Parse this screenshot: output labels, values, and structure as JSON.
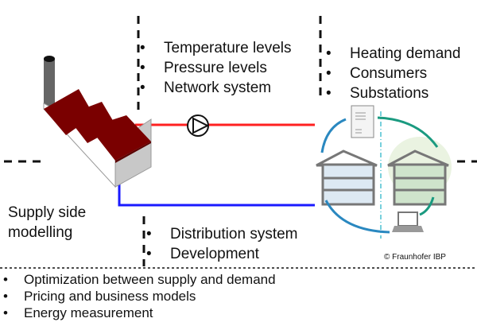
{
  "network": {
    "items": [
      "Temperature levels",
      "Pressure levels",
      "Network system"
    ]
  },
  "demand": {
    "items": [
      "Heating demand",
      "Consumers",
      "Substations"
    ]
  },
  "supply": {
    "label_line1": "Supply side",
    "label_line2": "modelling"
  },
  "distribution": {
    "items": [
      "Distribution system",
      "Development"
    ]
  },
  "overall": {
    "items": [
      "Optimization between supply and demand",
      "Pricing and business models",
      "Energy measurement"
    ]
  },
  "copyright": "© Fraunhofer IBP",
  "colors": {
    "supply_pipe": "#ff2020",
    "return_pipe": "#1a1aff",
    "roof": "#7a0000",
    "arrow_blue": "#2a88c0",
    "arrow_green": "#1a9a80"
  }
}
